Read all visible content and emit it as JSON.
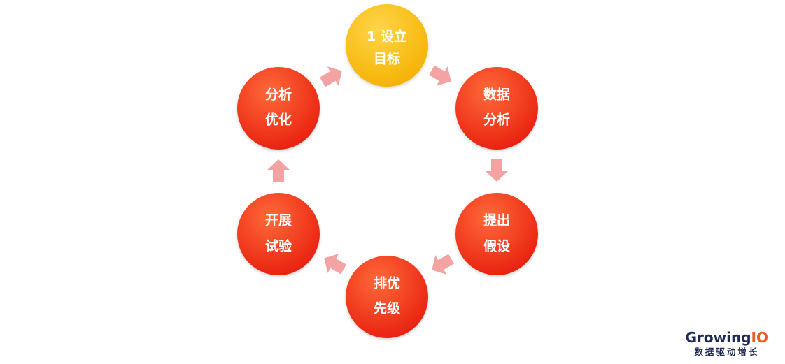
{
  "cycle": {
    "nodes": [
      {
        "id": "set-goal",
        "lines": [
          "1 设立",
          "目标"
        ],
        "color": "#f7b500",
        "highlight": "#ffd54a"
      },
      {
        "id": "data-analysis",
        "lines": [
          "数据",
          "分析"
        ],
        "color": "#ee2a16",
        "highlight": "#ff6a3a"
      },
      {
        "id": "propose-hypothesis",
        "lines": [
          "提出",
          "假设"
        ],
        "color": "#ee2a16",
        "highlight": "#ff6a3a"
      },
      {
        "id": "prioritize",
        "lines": [
          "排优",
          "先级"
        ],
        "color": "#ee2a16",
        "highlight": "#ff6a3a"
      },
      {
        "id": "run-experiment",
        "lines": [
          "开展",
          "试验"
        ],
        "color": "#ee2a16",
        "highlight": "#ff6a3a"
      },
      {
        "id": "analyze-optimize",
        "lines": [
          "分析",
          "优化"
        ],
        "color": "#ee2a16",
        "highlight": "#ff6a3a"
      }
    ],
    "arrow_color": "#f4a3a3"
  },
  "logo": {
    "brand_main": "Growing",
    "brand_io": "IO",
    "tagline": "数据驱动增长"
  }
}
